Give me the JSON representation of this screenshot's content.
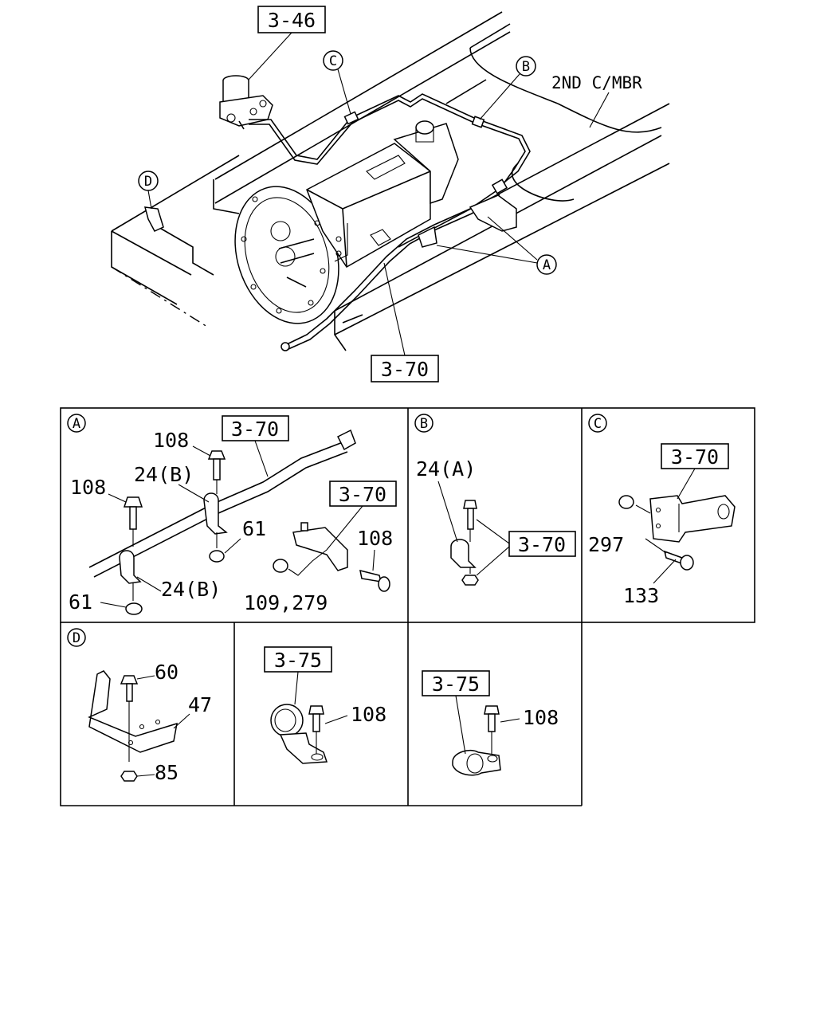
{
  "overview": {
    "refs": {
      "ref_3_46": "3-46",
      "ref_3_70": "3-70",
      "member": "2ND C/MBR"
    },
    "callouts": {
      "A": "A",
      "B": "B",
      "C": "C",
      "D": "D"
    }
  },
  "panels": {
    "A": {
      "marker": "A",
      "ref_box_1": "3-70",
      "ref_box_2": "3-70",
      "labels": {
        "bolt_top": "108",
        "bolt_left": "108",
        "clip_upper": "24(B)",
        "nut_upper": "61",
        "bolt_right": "108",
        "clip_lower": "24(B)",
        "nut_lower": "61",
        "nut_bracket": "109,279"
      }
    },
    "B": {
      "marker": "B",
      "ref_box": "3-70",
      "labels": {
        "clip": "24(A)"
      }
    },
    "C": {
      "marker": "C",
      "ref_box": "3-70",
      "labels": {
        "nut": "297",
        "bolt": "133"
      }
    },
    "D": {
      "marker": "D",
      "labels": {
        "bolt": "60",
        "bracket": "47",
        "nut": "85"
      }
    },
    "E": {
      "ref_box": "3-75",
      "labels": {
        "bolt": "108"
      }
    },
    "F": {
      "ref_box": "3-75",
      "labels": {
        "bolt": "108"
      }
    }
  }
}
